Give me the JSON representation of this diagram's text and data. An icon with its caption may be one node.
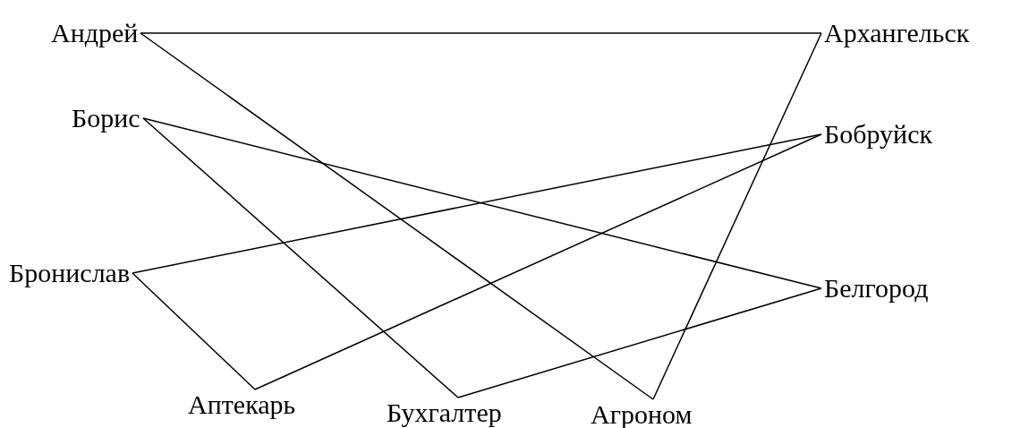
{
  "diagram": {
    "nodes": [
      {
        "text": [
          "Андрей"
        ]
      },
      {
        "text": [
          "Архангельск"
        ]
      },
      {
        "text": [
          "Борис"
        ]
      },
      {
        "text": [
          "Бобруйск"
        ]
      },
      {
        "text": [
          "Бронислав"
        ]
      },
      {
        "text": [
          "Белгород"
        ]
      },
      {
        "text": [
          "Аптекарь"
        ]
      },
      {
        "text": [
          "Бухгалтер"
        ]
      },
      {
        "text": [
          "Агроном"
        ]
      }
    ],
    "edges": [
      {
        "from": 0,
        "to": 1,
        "arrow": "none"
      },
      {
        "from": 0,
        "to": 8,
        "arrow": "none"
      },
      {
        "from": 1,
        "to": 8,
        "arrow": "none"
      },
      {
        "from": 2,
        "to": 5,
        "arrow": "none"
      },
      {
        "from": 2,
        "to": 7,
        "arrow": "none"
      },
      {
        "from": 4,
        "to": 3,
        "arrow": "none"
      },
      {
        "from": 4,
        "to": 6,
        "arrow": "none"
      },
      {
        "from": 6,
        "to": 3,
        "arrow": "none"
      },
      {
        "from": 7,
        "to": 5,
        "arrow": "none"
      }
    ]
  }
}
